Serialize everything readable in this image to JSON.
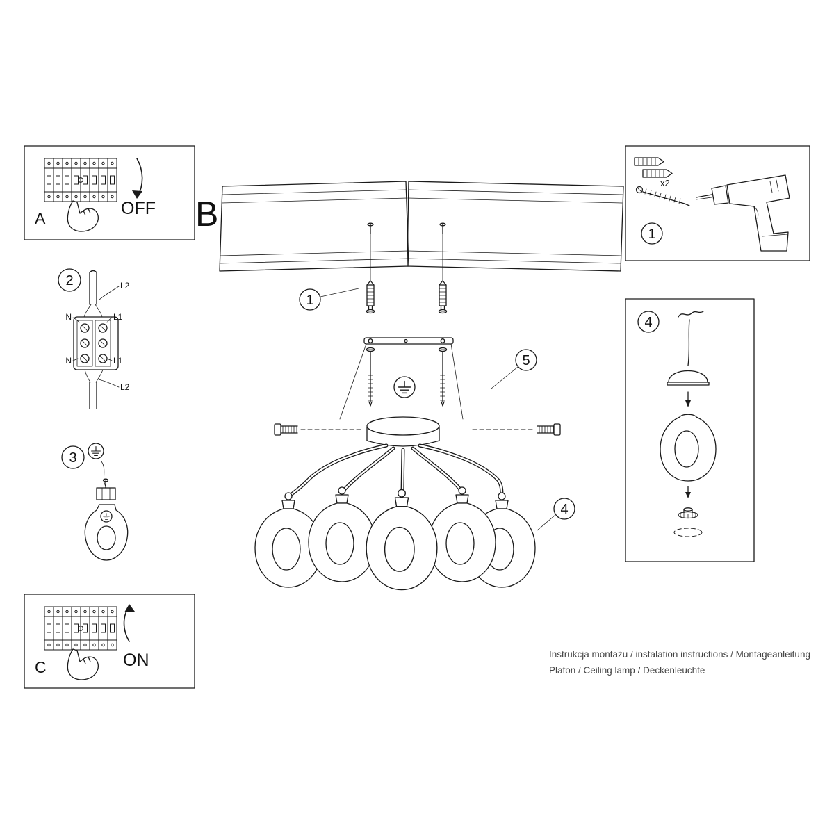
{
  "panel_a": {
    "label": "A",
    "action": "OFF"
  },
  "panel_b": {
    "label": "B"
  },
  "panel_c": {
    "label": "C",
    "action": "ON"
  },
  "tool_panel": {
    "step": "1",
    "anchor_count": "x2"
  },
  "wiring_panel": {
    "step": "2",
    "labels": {
      "l2_top": "L2",
      "n_top": "N",
      "l1_top": "L1",
      "l1_bottom": "L1",
      "n_bottom": "N",
      "l2_bottom": "L2"
    }
  },
  "ground_panel": {
    "step": "3"
  },
  "shade_panel": {
    "step": "4"
  },
  "assembly": {
    "screw_step": "1",
    "bracket_step": "5",
    "shade_step": "4"
  },
  "footer": {
    "line1": "Instrukcja montażu / instalation instructions / Montageanleitung",
    "line2": "Plafon / Ceiling lamp / Deckenleuchte"
  }
}
